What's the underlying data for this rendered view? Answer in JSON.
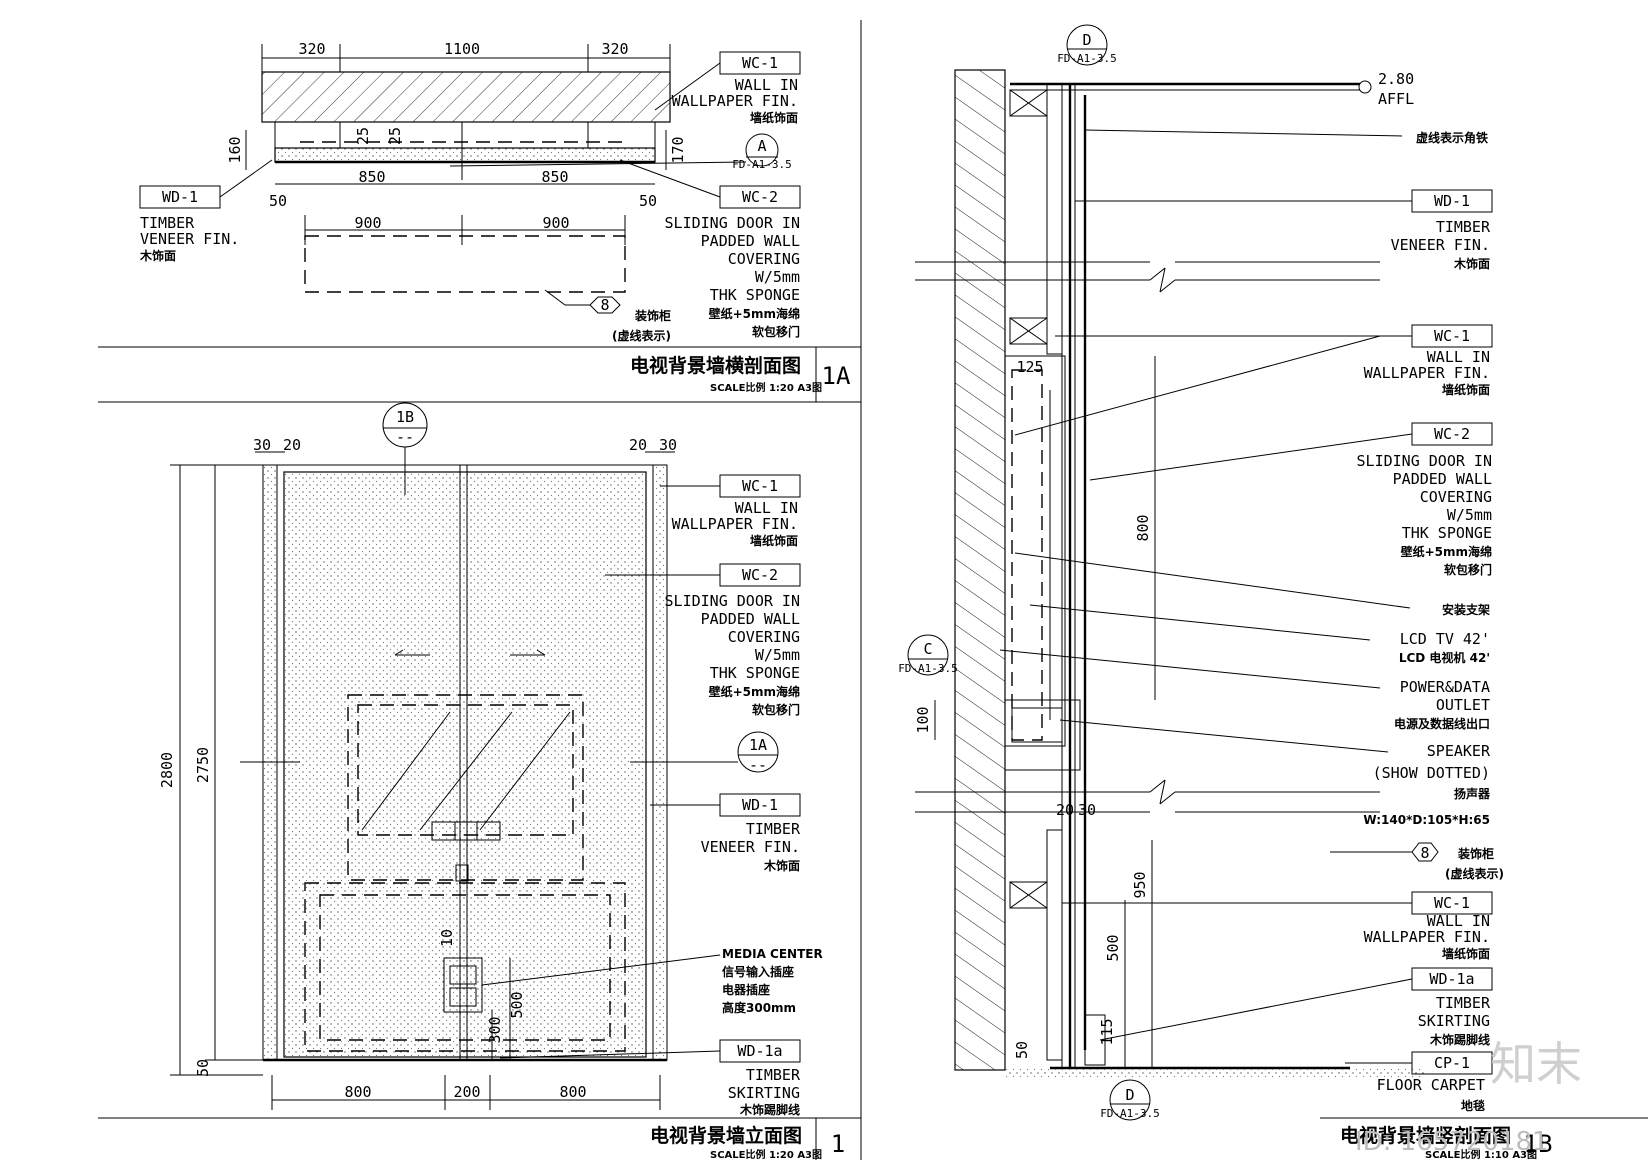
{
  "plan_1A": {
    "dims_top": [
      "320",
      "1100",
      "320"
    ],
    "dims_side": [
      "160",
      "170"
    ],
    "dims_inner": [
      "25",
      "25"
    ],
    "dims_bottom": [
      "850",
      "850"
    ],
    "dims_edge": [
      "50",
      "50"
    ],
    "dims_lower": [
      "900",
      "900"
    ],
    "section_marker": {
      "letter": "A",
      "ref": "FD-A1-3.5"
    },
    "item_marker": "8",
    "tags": {
      "wc1": {
        "code": "WC-1",
        "lines": [
          "WALL IN",
          "WALLPAPER FIN."
        ],
        "cn": "墙纸饰面"
      },
      "wd1": {
        "code": "WD-1",
        "lines": [
          "TIMBER",
          "VENEER FIN."
        ],
        "cn": "木饰面"
      },
      "wc2": {
        "code": "WC-2",
        "lines": [
          "SLIDING DOOR IN",
          "PADDED WALL",
          "COVERING",
          "W/5mm",
          "THK SPONGE"
        ],
        "cn": [
          "壁纸+5mm海绵",
          "软包移门"
        ]
      },
      "cabinet": {
        "cn": [
          "装饰柜",
          "(虚线表示)"
        ]
      }
    },
    "title": "电视背景墙横剖面图",
    "scale": "SCALE比例 1:20 A3图",
    "number": "1A"
  },
  "elev_1": {
    "dims_top_left": [
      "30",
      "20"
    ],
    "dims_top_right": [
      "20",
      "30"
    ],
    "dims_left": [
      "2800",
      "2750",
      "50"
    ],
    "dims_bottom": [
      "800",
      "200",
      "800"
    ],
    "dims_media": [
      "10",
      "500",
      "300"
    ],
    "marker_1B": {
      "letter": "1B",
      "ref": "--"
    },
    "marker_1A": {
      "letter": "1A",
      "ref": "--"
    },
    "tags": {
      "wc1": {
        "code": "WC-1",
        "lines": [
          "WALL IN",
          "WALLPAPER FIN."
        ],
        "cn": "墙纸饰面"
      },
      "wc2": {
        "code": "WC-2",
        "lines": [
          "SLIDING DOOR IN",
          "PADDED WALL",
          "COVERING",
          "W/5mm",
          "THK SPONGE"
        ],
        "cn": [
          "壁纸+5mm海绵",
          "软包移门"
        ]
      },
      "wd1": {
        "code": "WD-1",
        "lines": [
          "TIMBER",
          "VENEER FIN."
        ],
        "cn": "木饰面"
      },
      "media": {
        "lines": [
          "MEDIA CENTER",
          "信号输入插座",
          "电器插座",
          "高度300mm"
        ]
      },
      "wd1a": {
        "code": "WD-1a",
        "lines": [
          "TIMBER",
          "SKIRTING"
        ],
        "cn": "木饰踢脚线"
      }
    },
    "title": "电视背景墙立面图",
    "scale": "SCALE比例 1:20 A3图",
    "number": "1"
  },
  "section_1B": {
    "marker_D_top": {
      "letter": "D",
      "ref": "FD-A1-3.5"
    },
    "marker_C": {
      "letter": "C",
      "ref": "FD-A1-3.5"
    },
    "marker_D_bottom": {
      "letter": "D",
      "ref": "FD-A1-3.5"
    },
    "level": {
      "value": "2.80",
      "unit": "AFFL"
    },
    "dims": {
      "d125": "125",
      "d800": "800",
      "d100": "100",
      "d20": "20",
      "d30": "30",
      "d950": "950",
      "d500": "500",
      "d115": "115",
      "d50": "50"
    },
    "tags": {
      "angle": {
        "cn": "虚线表示角铁"
      },
      "wd1": {
        "code": "WD-1",
        "lines": [
          "TIMBER",
          "VENEER FIN."
        ],
        "cn": "木饰面"
      },
      "wc1a": {
        "code": "WC-1",
        "lines": [
          "WALL IN",
          "WALLPAPER FIN."
        ],
        "cn": "墙纸饰面"
      },
      "wc2": {
        "code": "WC-2",
        "lines": [
          "SLIDING DOOR IN",
          "PADDED WALL",
          "COVERING",
          "W/5mm",
          "THK SPONGE"
        ],
        "cn": [
          "壁纸+5mm海绵",
          "软包移门"
        ]
      },
      "bracket": {
        "cn": "安装支架"
      },
      "lcd": {
        "lines": [
          "LCD TV 42'"
        ],
        "cn": "LCD 电视机 42'"
      },
      "power": {
        "lines": [
          "POWER&DATA",
          "OUTLET"
        ],
        "cn": "电源及数据线出口"
      },
      "speaker": {
        "lines": [
          "SPEAKER",
          "(SHOW DOTTED)"
        ],
        "cn": "扬声器",
        "size": "W:140*D:105*H:65"
      },
      "cabinet": {
        "marker": "8",
        "cn": [
          "装饰柜",
          "(虚线表示)"
        ]
      },
      "wc1b": {
        "code": "WC-1",
        "lines": [
          "WALL IN",
          "WALLPAPER FIN."
        ],
        "cn": "墙纸饰面"
      },
      "wd1a": {
        "code": "WD-1a",
        "lines": [
          "TIMBER",
          "SKIRTING"
        ],
        "cn": "木饰踢脚线"
      },
      "cp1": {
        "code": "CP-1",
        "lines": [
          "FLOOR CARPET"
        ],
        "cn": "地毯"
      }
    },
    "title": "电视背景墙竖剖面图",
    "scale": "SCALE比例 1:10 A3图",
    "number": "1B"
  },
  "watermark": {
    "logo": "知末",
    "id": "ID: 165720181"
  }
}
